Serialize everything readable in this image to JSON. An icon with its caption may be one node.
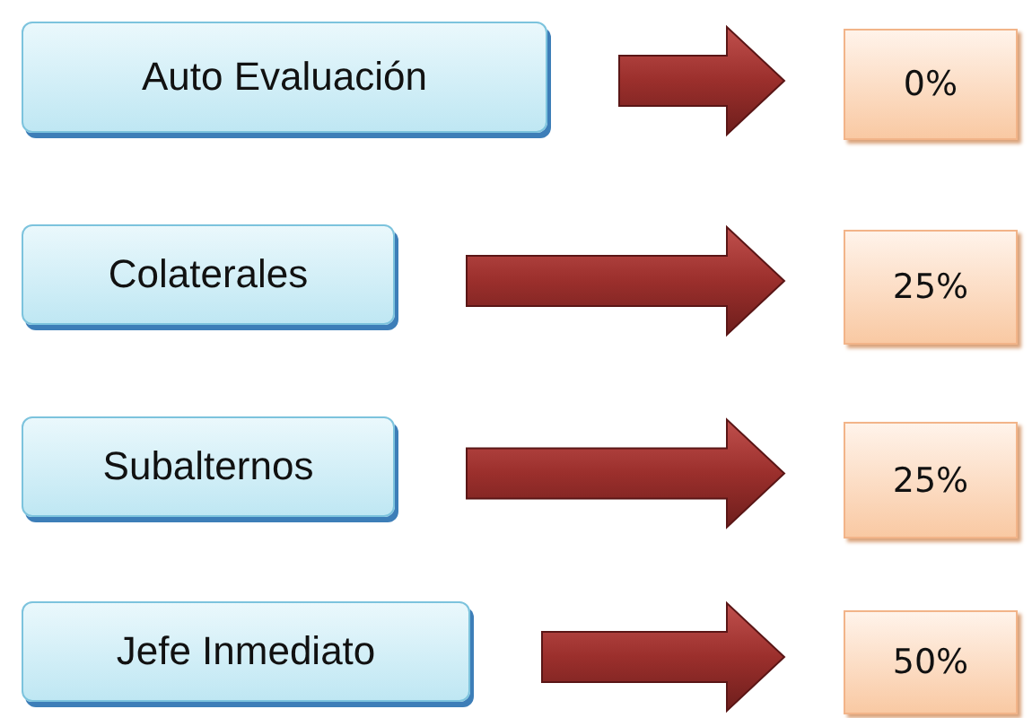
{
  "diagram": {
    "nodes": [
      {
        "text": [
          "Auto Evaluación"
        ]
      },
      {
        "text": [
          "0%"
        ]
      },
      {
        "text": [
          "Colaterales"
        ]
      },
      {
        "text": [
          "25%"
        ]
      },
      {
        "text": [
          "Subalternos"
        ]
      },
      {
        "text": [
          "25%"
        ]
      },
      {
        "text": [
          "Jefe Inmediato"
        ]
      },
      {
        "text": [
          "50%"
        ]
      }
    ],
    "edges": [
      {
        "from": 0,
        "to": 1,
        "arrow": "to"
      },
      {
        "from": 2,
        "to": 3,
        "arrow": "to"
      },
      {
        "from": 4,
        "to": 5,
        "arrow": "to"
      },
      {
        "from": 6,
        "to": 7,
        "arrow": "to"
      }
    ]
  }
}
